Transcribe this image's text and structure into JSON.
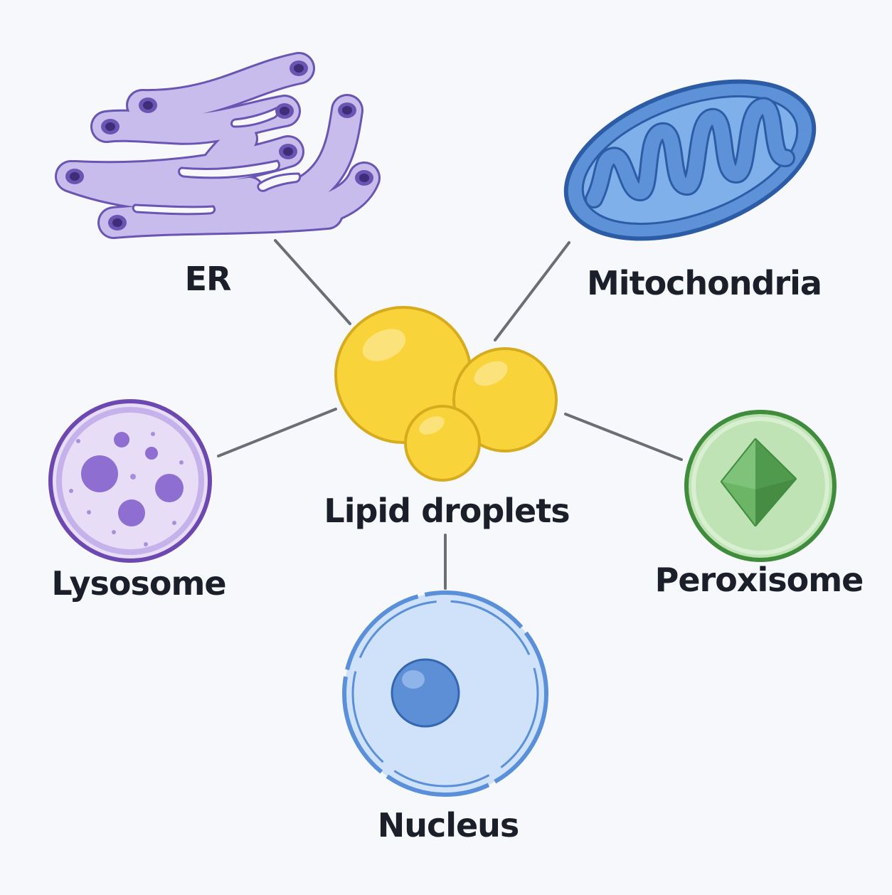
{
  "center": {
    "label": "Lipid droplets"
  },
  "organelles": {
    "er": {
      "label": "ER"
    },
    "mitochondria": {
      "label": "Mitochondria"
    },
    "lysosome": {
      "label": "Lysosome"
    },
    "peroxisome": {
      "label": "Peroxisome"
    },
    "nucleus": {
      "label": "Nucleus"
    }
  },
  "colors": {
    "background": "#f7f8fb",
    "connector": "#6b6e74",
    "lipid_fill": "#f8d43a",
    "lipid_stroke": "#d6ab1e",
    "er_fill": "#c7bcec",
    "er_stroke": "#6b55b3",
    "mito_fill": "#5d91d8",
    "mito_stroke": "#2d5ca6",
    "lysosome_fill": "#e8ddf7",
    "lysosome_stroke": "#6c48b0",
    "peroxisome_fill": "#bfe3b4",
    "peroxisome_stroke": "#3f8c3d",
    "nucleus_fill": "#cfe2f9",
    "nucleus_stroke": "#5a8fd9"
  }
}
